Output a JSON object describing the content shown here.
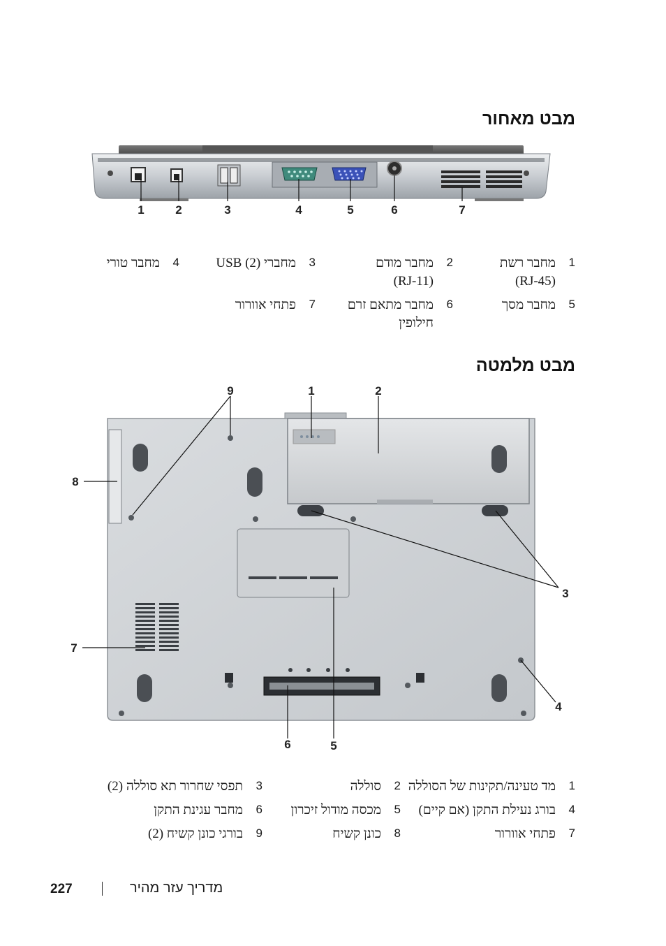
{
  "back_view": {
    "heading": "מבט מאחור",
    "callouts": [
      "1",
      "2",
      "3",
      "4",
      "5",
      "6",
      "7"
    ],
    "legend": [
      {
        "num": "1",
        "text": "מחבר רשת (RJ-45)"
      },
      {
        "num": "2",
        "text": "מחבר מודם (RJ-11)"
      },
      {
        "num": "3",
        "text": "מחברי USB (2)"
      },
      {
        "num": "4",
        "text": "מחבר טורי"
      },
      {
        "num": "5",
        "text": "מחבר מסך"
      },
      {
        "num": "6",
        "text": "מחבר מתאם זרם חילופין"
      },
      {
        "num": "7",
        "text": "פתחי אוורור"
      }
    ]
  },
  "bottom_view": {
    "heading": "מבט מלמטה",
    "callouts": [
      "9",
      "1",
      "2",
      "8",
      "3",
      "7",
      "4",
      "6",
      "5"
    ],
    "legend": [
      {
        "num": "1",
        "text": "מד טעינה/תקינות של הסוללה"
      },
      {
        "num": "2",
        "text": "סוללה"
      },
      {
        "num": "3",
        "text": "תפסי שחרור תא סוללה (2)"
      },
      {
        "num": "4",
        "text": "בורג נעילת התקן (אם קיים)"
      },
      {
        "num": "5",
        "text": "מכסה מודול זיכרון"
      },
      {
        "num": "6",
        "text": "מחבר עגינת התקן"
      },
      {
        "num": "7",
        "text": "פתחי אוורור"
      },
      {
        "num": "8",
        "text": "כונן קשיח"
      },
      {
        "num": "9",
        "text": "בורגי כונן קשיח (2)"
      }
    ]
  },
  "footer": {
    "page_number": "227",
    "title": "מדריך עזר מהיר"
  }
}
